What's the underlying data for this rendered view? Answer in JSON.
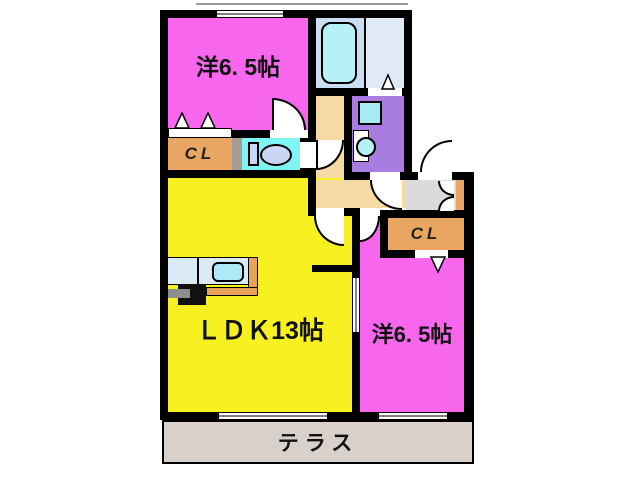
{
  "plan": {
    "type": "apartment-floor-plan",
    "rooms": {
      "bedroom_top": {
        "label": "洋6. 5帖",
        "color": "#F966EE"
      },
      "bedroom_right": {
        "label": "洋6. 5帖",
        "color": "#F966EE"
      },
      "ldk": {
        "label": "ＬＤＫ13帖",
        "color": "#F7F122"
      },
      "closet_top": {
        "label": "CL",
        "color": "#E9A662"
      },
      "closet_right": {
        "label": "CL",
        "color": "#E9A662"
      },
      "terrace": {
        "label": "テラス",
        "color": "#D9D1C9"
      },
      "hallway": {
        "color": "#F7D9A4"
      },
      "washroom": {
        "color": "#A97CE2"
      },
      "toilet_room": {
        "color": "#80F4F4"
      },
      "bathroom": {
        "color": "#CBDDF1"
      },
      "entrance": {
        "color": "#DBDBDB"
      }
    },
    "fixtures": [
      "bathtub",
      "washing-machine",
      "washbasin",
      "toilet",
      "kitchen-counter",
      "kitchen-sink"
    ],
    "wall_color": "#000000"
  }
}
